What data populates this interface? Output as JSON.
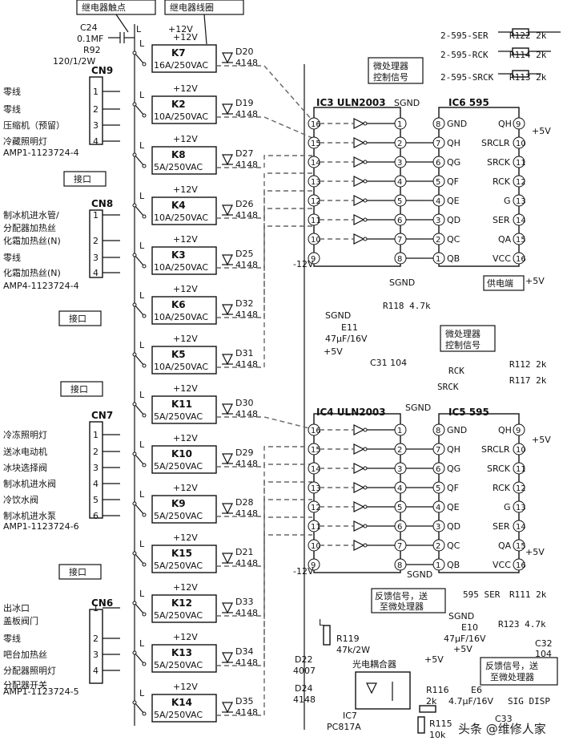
{
  "callouts": {
    "relay_contact": "继电器触点",
    "relay_coil": "继电器线圈",
    "mcu_signal_1": "微处理器\n控制信号",
    "mcu_signal_2": "微处理器\n控制信号",
    "power_end": "供电端",
    "feedback_1": "反馈信号，送\n至微处理器",
    "feedback_2": "反馈信号，送\n至微处理器",
    "interface_1": "接口",
    "interface_2": "接口",
    "interface_3": "接口",
    "interface_4": "接口"
  },
  "top_parts": {
    "c24": "C24",
    "c24_val": "0.1MF",
    "r92": "R92",
    "r92_val": "120/1/2W",
    "l": "L",
    "plus12": "+12V"
  },
  "connectors": [
    {
      "name": "CN9",
      "part": "AMP1-1123724-4",
      "lines": [
        {
          "pin": "1",
          "label": "零线"
        },
        {
          "pin": "2",
          "label": "零线"
        },
        {
          "pin": "3",
          "label": "压缩机（预留）"
        },
        {
          "pin": "4",
          "label": "冷藏照明灯"
        }
      ]
    },
    {
      "name": "CN8",
      "part": "AMP4-1123724-4",
      "lines": [
        {
          "pin": "1",
          "label": "制冰机进水管/"
        },
        {
          "pin": "",
          "label": "分配器加热丝"
        },
        {
          "pin": "2",
          "label": "化霜加热丝(N)"
        },
        {
          "pin": "3",
          "label": "零线"
        },
        {
          "pin": "4",
          "label": "化霜加热丝(N)"
        }
      ]
    },
    {
      "name": "CN7",
      "part": "AMP1-1123724-6",
      "lines": [
        {
          "pin": "1",
          "label": "冷冻照明灯"
        },
        {
          "pin": "2",
          "label": "送冰电动机"
        },
        {
          "pin": "3",
          "label": "冰块选择阀"
        },
        {
          "pin": "4",
          "label": "制冰机进水阀"
        },
        {
          "pin": "5",
          "label": "冷饮水阀"
        },
        {
          "pin": "6",
          "label": "制冰机进水泵"
        }
      ]
    },
    {
      "name": "CN6",
      "part": "AMP1-1123724-5",
      "lines": [
        {
          "pin": "1",
          "label": "出冰口"
        },
        {
          "pin": "",
          "label": "盖板阀门"
        },
        {
          "pin": "2",
          "label": "零线"
        },
        {
          "pin": "3",
          "label": "吧台加热丝"
        },
        {
          "pin": "4",
          "label": "分配器照明灯"
        },
        {
          "pin": "",
          "label": "分配器开关"
        }
      ]
    }
  ],
  "relays": [
    {
      "id": "K7",
      "rating": "16A/250VAC",
      "diode": "D20",
      "dval": "4148"
    },
    {
      "id": "K2",
      "rating": "10A/250VAC",
      "diode": "D19",
      "dval": "4148"
    },
    {
      "id": "K8",
      "rating": "5A/250VAC",
      "diode": "D27",
      "dval": "4148"
    },
    {
      "id": "K4",
      "rating": "10A/250VAC",
      "diode": "D26",
      "dval": "4148"
    },
    {
      "id": "K3",
      "rating": "10A/250VAC",
      "diode": "D25",
      "dval": "4148"
    },
    {
      "id": "K6",
      "rating": "10A/250VAC",
      "diode": "D32",
      "dval": "4148"
    },
    {
      "id": "K5",
      "rating": "10A/250VAC",
      "diode": "D31",
      "dval": "4148"
    },
    {
      "id": "K11",
      "rating": "5A/250VAC",
      "diode": "D30",
      "dval": "4148"
    },
    {
      "id": "K10",
      "rating": "5A/250VAC",
      "diode": "D29",
      "dval": "4148"
    },
    {
      "id": "K9",
      "rating": "5A/250VAC",
      "diode": "D28",
      "dval": "4148"
    },
    {
      "id": "K15",
      "rating": "5A/250VAC",
      "diode": "D21",
      "dval": "4148"
    },
    {
      "id": "K12",
      "rating": "5A/250VAC",
      "diode": "D33",
      "dval": "4148"
    },
    {
      "id": "K13",
      "rating": "5A/250VAC",
      "diode": "D34",
      "dval": "4148"
    },
    {
      "id": "K14",
      "rating": "5A/250VAC",
      "diode": "D35",
      "dval": "4148"
    }
  ],
  "ic3": {
    "title": "IC3 ULN2003",
    "left_pins": [
      "16",
      "15",
      "14",
      "13",
      "12",
      "11",
      "10",
      "9"
    ],
    "right_pins": [
      "1",
      "2",
      "3",
      "4",
      "5",
      "6",
      "7",
      "8"
    ],
    "minus12": "-12V",
    "sgnd": "SGND",
    "sgnd_bottom": "SGND"
  },
  "ic6": {
    "title": "IC6 595",
    "left_pins": [
      "8",
      "7",
      "6",
      "5",
      "4",
      "3",
      "2",
      "1"
    ],
    "left_labels": [
      "GND",
      "QH",
      "QG",
      "QF",
      "QE",
      "QD",
      "QC",
      "QB"
    ],
    "right_pins": [
      "9",
      "10",
      "11",
      "12",
      "13",
      "14",
      "15",
      "16"
    ],
    "right_labels": [
      "QH",
      "SRCLR",
      "SRCK",
      "RCK",
      "G",
      "SER",
      "QA",
      "VCC"
    ],
    "plus5": "+5V",
    "plus5_bottom": "+5V"
  },
  "ic4": {
    "title": "IC4 ULN2003",
    "left_pins": [
      "16",
      "15",
      "14",
      "13",
      "12",
      "11",
      "10",
      "9"
    ],
    "right_pins": [
      "1",
      "2",
      "3",
      "4",
      "5",
      "6",
      "7",
      "8"
    ],
    "minus12": "-12V",
    "sgnd": "SGND",
    "sgnd_bottom": "SGND"
  },
  "ic5": {
    "title": "IC5 595",
    "left_pins": [
      "8",
      "7",
      "6",
      "5",
      "4",
      "3",
      "2",
      "1"
    ],
    "left_labels": [
      "GND",
      "QH",
      "QG",
      "QF",
      "QE",
      "QD",
      "QC",
      "QB"
    ],
    "right_pins": [
      "9",
      "10",
      "11",
      "12",
      "13",
      "14",
      "15",
      "16"
    ],
    "right_labels": [
      "QH",
      "SRCLR",
      "SRCK",
      "RCK",
      "G",
      "SER",
      "QA",
      "VCC"
    ],
    "plus5": "+5V",
    "plus5_bottom": "+5V"
  },
  "top_signals": {
    "ser": "2-595-SER",
    "r122": "R122 2k",
    "rck": "2-595-RCK",
    "r114": "R114 2k",
    "srck": "2-595-SRCK",
    "r113": "R113 2k"
  },
  "mid_parts": {
    "sgnd": "SGND",
    "r118": "R118 4.7k",
    "e11": "E11",
    "e11_val": "47μF/16V",
    "plus5": "+5V",
    "c31": "C31 104",
    "rck": "RCK",
    "r112": "R112 2k",
    "srck": "SRCK",
    "r117": "R117 2k"
  },
  "bottom_parts": {
    "ser": "595 SER",
    "r111": "R111 2k",
    "sgnd": "SGND",
    "r123": "R123 4.7k",
    "e10": "E10",
    "e10_val": "47μF/16V",
    "c32": "C32",
    "c32_val": "104",
    "plus5": "+5V",
    "l": "L",
    "r119": "R119",
    "r119_val": "47k/2W",
    "d22": "D22",
    "d22_val": "4007",
    "d24": "D24",
    "d24_val": "4148",
    "coupler": "光电耦合器",
    "ic7": "IC7",
    "ic7_val": "PC817A",
    "plus5b": "+5V",
    "r116": "R116",
    "r116_val": "2k",
    "e6": "E6",
    "e6_val": "4.7μF/16V",
    "sig": "SIG DISP",
    "c33": "C33",
    "r115": "R115",
    "r115_val": "10k"
  },
  "watermark": "头条 @维修人家"
}
